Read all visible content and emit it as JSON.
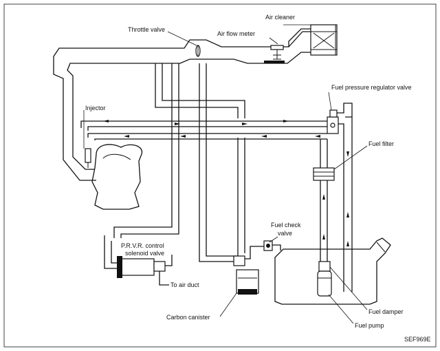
{
  "labels": {
    "air_cleaner": "Air cleaner",
    "air_flow_meter": "Air flow meter",
    "throttle_valve": "Throttle valve",
    "fuel_pressure_regulator_valve": "Fuel pressure regulator valve",
    "injector": "Injector",
    "fuel_filter": "Fuel filter",
    "fuel_check_valve_line1": "Fuel check",
    "fuel_check_valve_line2": "valve",
    "prvr_line1": "P.R.V.R. control",
    "prvr_line2": "solenoid valve",
    "to_air_duct": "To air duct",
    "carbon_canister": "Carbon canister",
    "fuel_damper": "Fuel damper",
    "fuel_pump": "Fuel pump",
    "figure_code": "SEF969E"
  }
}
